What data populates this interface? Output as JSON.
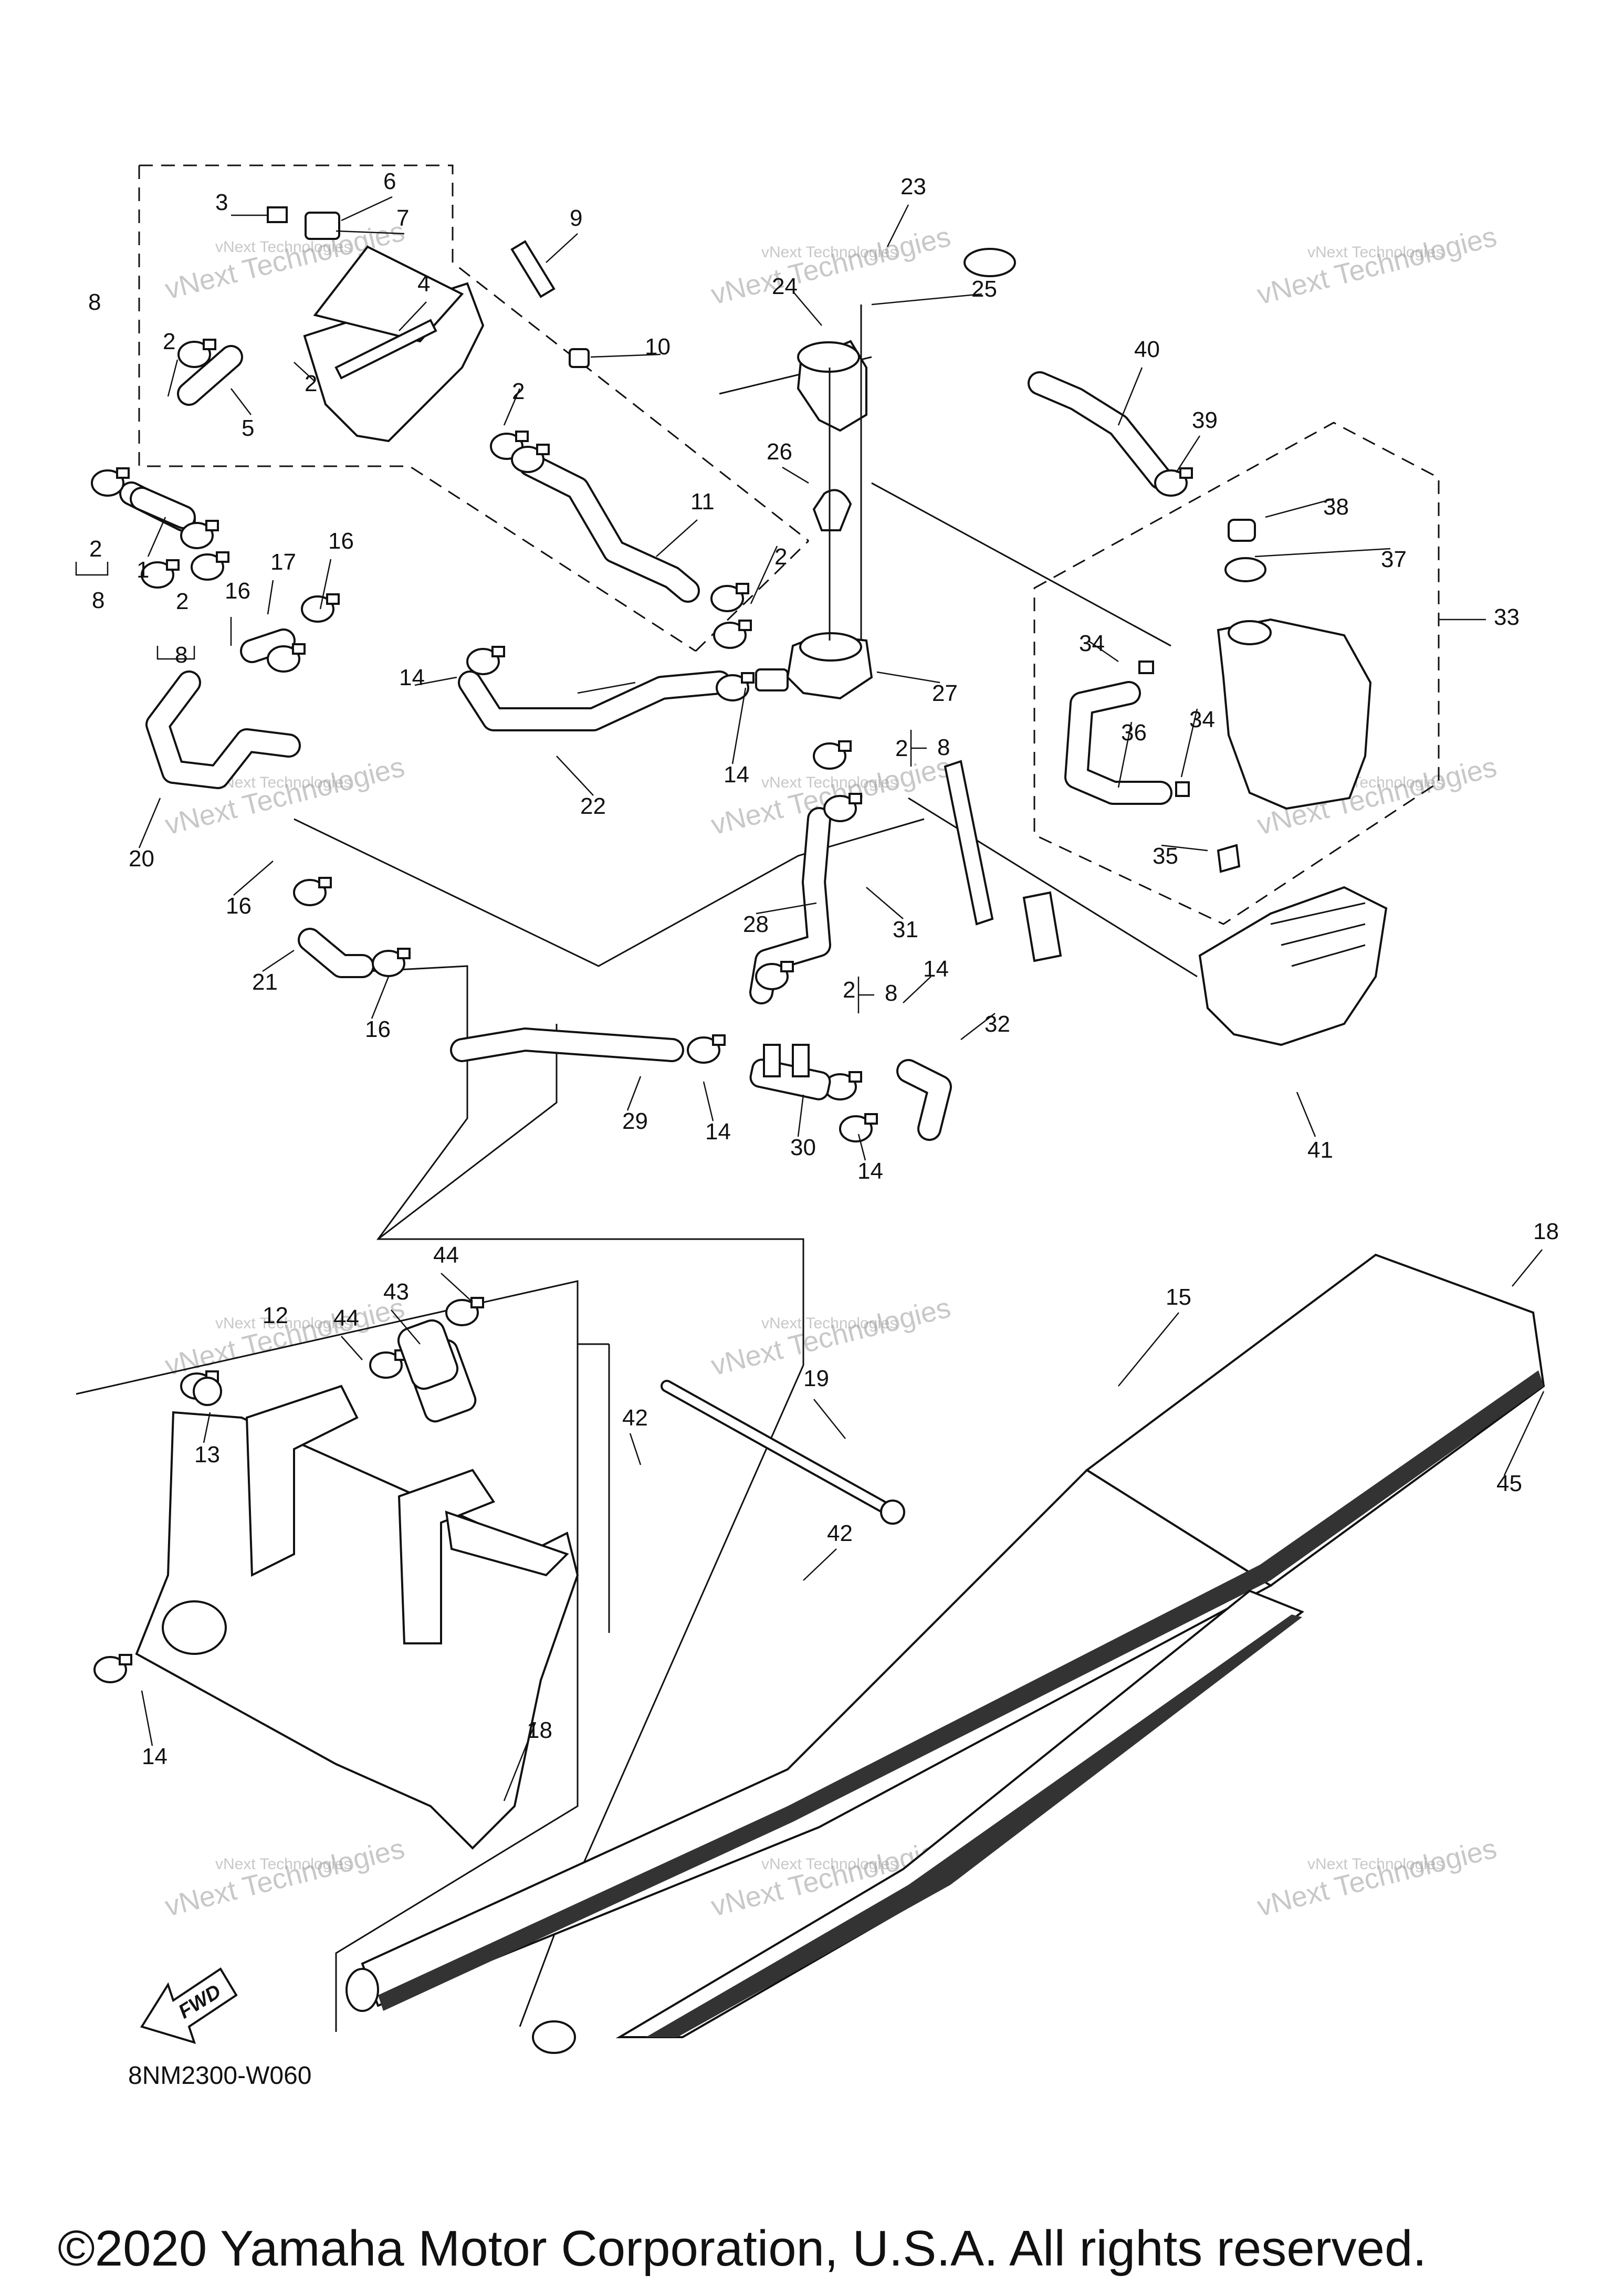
{
  "callouts": [
    {
      "id": "c1",
      "text": "1"
    },
    {
      "id": "c2a",
      "text": "2"
    },
    {
      "id": "c2b",
      "text": "2"
    },
    {
      "id": "c2c",
      "text": "2"
    },
    {
      "id": "c2d",
      "text": "2"
    },
    {
      "id": "c2e",
      "text": "2"
    },
    {
      "id": "c2f",
      "text": "2"
    },
    {
      "id": "c2g",
      "text": "2"
    },
    {
      "id": "c2h",
      "text": "2"
    },
    {
      "id": "c3",
      "text": "3"
    },
    {
      "id": "c4",
      "text": "4"
    },
    {
      "id": "c5",
      "text": "5"
    },
    {
      "id": "c6",
      "text": "6"
    },
    {
      "id": "c7",
      "text": "7"
    },
    {
      "id": "c8a",
      "text": "8"
    },
    {
      "id": "c8b",
      "text": "8"
    },
    {
      "id": "c8c",
      "text": "8"
    },
    {
      "id": "c8d",
      "text": "8"
    },
    {
      "id": "c8e",
      "text": "8"
    },
    {
      "id": "c9",
      "text": "9"
    },
    {
      "id": "c10",
      "text": "10"
    },
    {
      "id": "c11",
      "text": "11"
    },
    {
      "id": "c12",
      "text": "12"
    },
    {
      "id": "c13",
      "text": "13"
    },
    {
      "id": "c14a",
      "text": "14"
    },
    {
      "id": "c14b",
      "text": "14"
    },
    {
      "id": "c14c",
      "text": "14"
    },
    {
      "id": "c14d",
      "text": "14"
    },
    {
      "id": "c14e",
      "text": "14"
    },
    {
      "id": "c14f",
      "text": "14"
    },
    {
      "id": "c15",
      "text": "15"
    },
    {
      "id": "c16a",
      "text": "16"
    },
    {
      "id": "c16b",
      "text": "16"
    },
    {
      "id": "c16c",
      "text": "16"
    },
    {
      "id": "c16d",
      "text": "16"
    },
    {
      "id": "c17",
      "text": "17"
    },
    {
      "id": "c18a",
      "text": "18"
    },
    {
      "id": "c18b",
      "text": "18"
    },
    {
      "id": "c19",
      "text": "19"
    },
    {
      "id": "c20",
      "text": "20"
    },
    {
      "id": "c21",
      "text": "21"
    },
    {
      "id": "c22",
      "text": "22"
    },
    {
      "id": "c23",
      "text": "23"
    },
    {
      "id": "c24",
      "text": "24"
    },
    {
      "id": "c25",
      "text": "25"
    },
    {
      "id": "c26",
      "text": "26"
    },
    {
      "id": "c27",
      "text": "27"
    },
    {
      "id": "c28",
      "text": "28"
    },
    {
      "id": "c29",
      "text": "29"
    },
    {
      "id": "c30",
      "text": "30"
    },
    {
      "id": "c31",
      "text": "31"
    },
    {
      "id": "c32",
      "text": "32"
    },
    {
      "id": "c33",
      "text": "33"
    },
    {
      "id": "c34a",
      "text": "34"
    },
    {
      "id": "c34b",
      "text": "34"
    },
    {
      "id": "c35",
      "text": "35"
    },
    {
      "id": "c36",
      "text": "36"
    },
    {
      "id": "c37",
      "text": "37"
    },
    {
      "id": "c38",
      "text": "38"
    },
    {
      "id": "c39",
      "text": "39"
    },
    {
      "id": "c40",
      "text": "40"
    },
    {
      "id": "c41",
      "text": "41"
    },
    {
      "id": "c42a",
      "text": "42"
    },
    {
      "id": "c42b",
      "text": "42"
    },
    {
      "id": "c43",
      "text": "43"
    },
    {
      "id": "c44a",
      "text": "44"
    },
    {
      "id": "c44b",
      "text": "44"
    },
    {
      "id": "c45",
      "text": "45"
    }
  ],
  "watermark": {
    "line1": "vNext",
    "line2": "Technologies"
  },
  "fwd_label": "FWD",
  "part_code": "8NM2300-W060",
  "copyright": "©2020 Yamaha Motor Corporation, U.S.A. All rights reserved."
}
